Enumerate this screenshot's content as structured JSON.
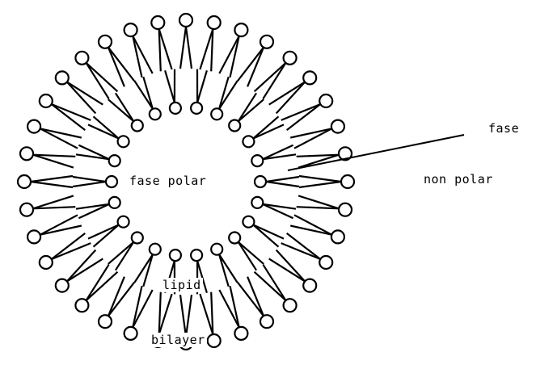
{
  "diagram": {
    "type": "liposome cross-section",
    "stroke_color": "#000000",
    "background_color": "#ffffff",
    "outer_layer_count": 36,
    "inner_layer_count": 22
  },
  "labels": {
    "inner_phase": "fase polar",
    "outer_phase_line1": "fase",
    "outer_phase_line2": "non polar",
    "lipid": "lipid",
    "bilayer": "bilayer"
  }
}
